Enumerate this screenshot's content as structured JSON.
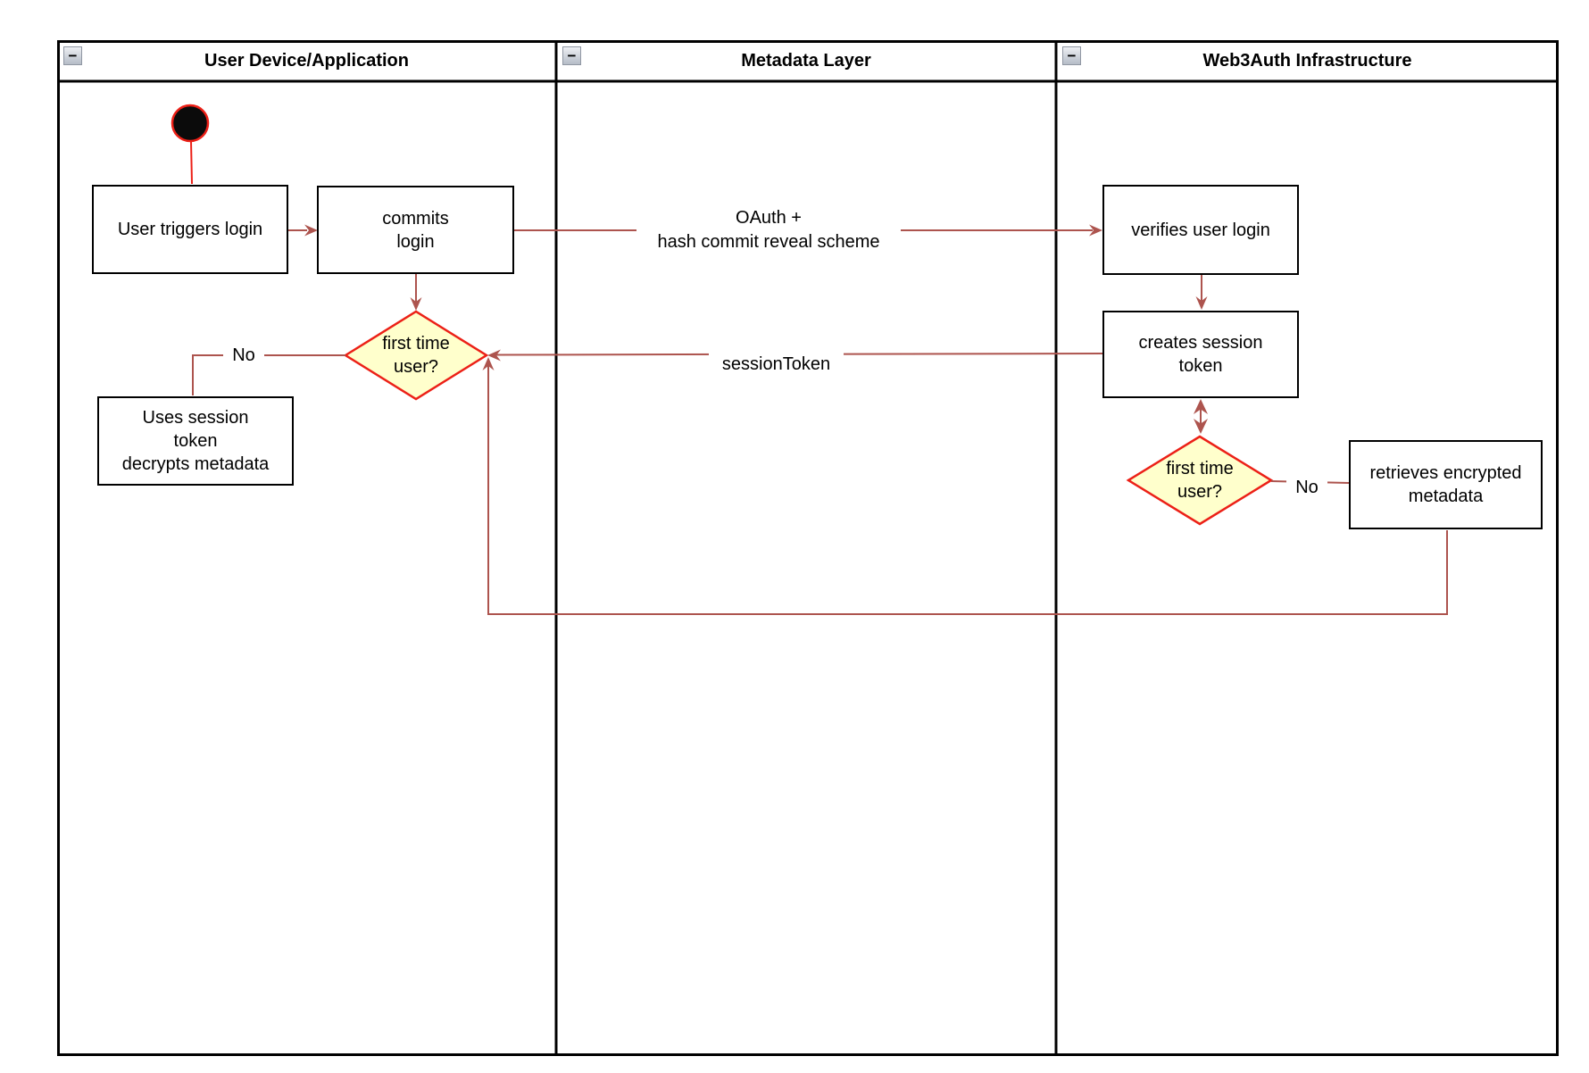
{
  "colors": {
    "lane_border": "#000000",
    "node_border": "#000000",
    "node_fill": "#ffffff",
    "decision_fill": "#ffffcc",
    "decision_stroke": "#ec2017",
    "start_fill": "#0b0b0b",
    "start_stroke": "#ec2017",
    "connector": "#ad544e",
    "start_connector": "#ec2017"
  },
  "icons": {
    "collapse_glyph": "−"
  },
  "lanes": [
    {
      "title": "User Device/Application"
    },
    {
      "title": "Metadata Layer"
    },
    {
      "title": "Web3Auth Infrastructure"
    }
  ],
  "nodes": {
    "user_triggers_login": {
      "label": "User triggers login"
    },
    "commits_login": {
      "label": "commits\nlogin"
    },
    "verifies_user_login": {
      "label": "verifies user login"
    },
    "creates_session_token": {
      "label": "creates session\ntoken"
    },
    "retrieves_encrypted_metadata": {
      "label": "retrieves encrypted\nmetadata"
    },
    "uses_session_token": {
      "label": "Uses session\ntoken\ndecrypts metadata"
    },
    "first_time_user_left": {
      "label": "first time\nuser?"
    },
    "first_time_user_right": {
      "label": "first time\nuser?"
    }
  },
  "edge_labels": {
    "oauth": "OAuth +\nhash commit reveal scheme",
    "session_token": "sessionToken",
    "no_left": "No",
    "no_right": "No"
  }
}
